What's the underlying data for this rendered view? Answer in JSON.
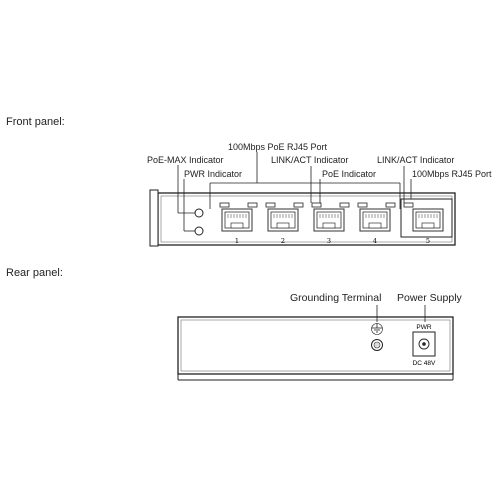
{
  "front": {
    "section_label": "Front panel:",
    "callouts": {
      "poe_ports": "100Mbps PoE RJ45 Port",
      "poe_max": "PoE-MAX Indicator",
      "pwr": "PWR Indicator",
      "link_act_left": "LINK/ACT Indicator",
      "poe_indicator": "PoE Indicator",
      "link_act_right": "LINK/ACT Indicator",
      "uplink_port": "100Mbps RJ45 Port"
    },
    "port_numbers": [
      "1",
      "2",
      "3",
      "4",
      "5"
    ]
  },
  "rear": {
    "section_label": "Rear panel:",
    "callouts": {
      "grounding": "Grounding Terminal",
      "power_supply": "Power Supply"
    },
    "pwr_label": "PWR",
    "dc_label": "DC 48V"
  }
}
